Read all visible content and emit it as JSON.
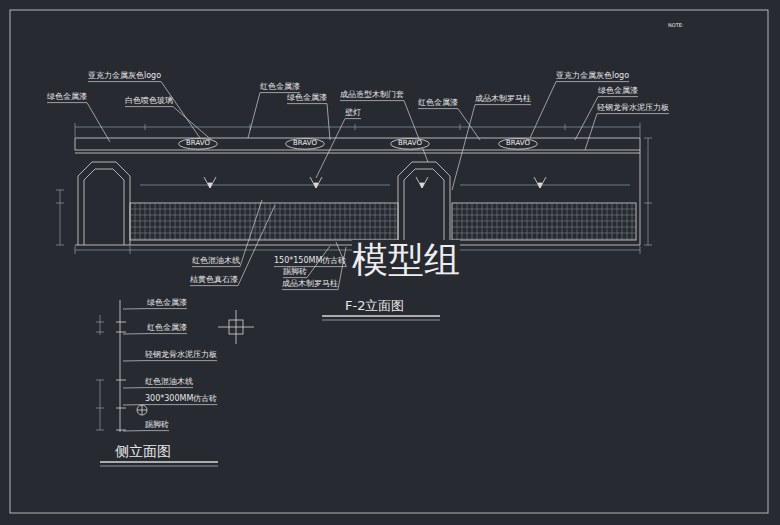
{
  "diagram": {
    "title": "F-2立面图",
    "nodes": [
      {
        "text": [
          "BRAVO"
        ]
      },
      {
        "text": [
          "BRAVO"
        ]
      },
      {
        "text": [
          "BRAVO"
        ]
      },
      {
        "text": [
          "BRAVO"
        ]
      }
    ],
    "labels": [
      "亚克力金属灰色logo",
      "绿色金属漆",
      "白色喷色玻璃",
      "红色金属漆",
      "绿色金属漆",
      "成品造型木制门套",
      "壁灯",
      "红色金属漆",
      "成品木制罗马柱",
      "亚克力金属灰色logo",
      "绿色金属漆",
      "轻钢龙骨水泥压力板",
      "红色混油木线",
      "桔黄色真石漆",
      "150*150MM仿古砖",
      "踢脚砖",
      "成品木制罗马柱",
      "模型组",
      "NOTE:",
      "侧立面图",
      "绿色金属漆",
      "红色金属漆",
      "轻钢龙骨水泥压力板",
      "红色混油木线",
      "300*300MM仿古砖",
      "踢脚砖"
    ]
  }
}
